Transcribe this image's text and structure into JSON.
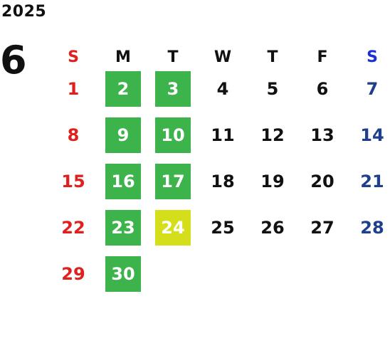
{
  "calendar": {
    "year": "2025",
    "month": "6",
    "weekdays": [
      "S",
      "M",
      "T",
      "W",
      "T",
      "F",
      "S"
    ],
    "weeks": [
      [
        "1",
        "2",
        "3",
        "4",
        "5",
        "6",
        "7"
      ],
      [
        "8",
        "9",
        "10",
        "11",
        "12",
        "13",
        "14"
      ],
      [
        "15",
        "16",
        "17",
        "18",
        "19",
        "20",
        "21"
      ],
      [
        "22",
        "23",
        "24",
        "25",
        "26",
        "27",
        "28"
      ],
      [
        "29",
        "30",
        "",
        "",
        "",
        "",
        ""
      ]
    ],
    "highlighted_green": [
      "2",
      "3",
      "9",
      "10",
      "16",
      "17",
      "23",
      "30"
    ],
    "highlighted_yellow": [
      "24"
    ],
    "colors": {
      "sunday": "#e0201e",
      "saturday_header": "#1a2fd4",
      "saturday": "#1e3f8c",
      "highlight_green": "#3cb44b",
      "highlight_yellow": "#d4de1a",
      "text": "#111111"
    }
  }
}
